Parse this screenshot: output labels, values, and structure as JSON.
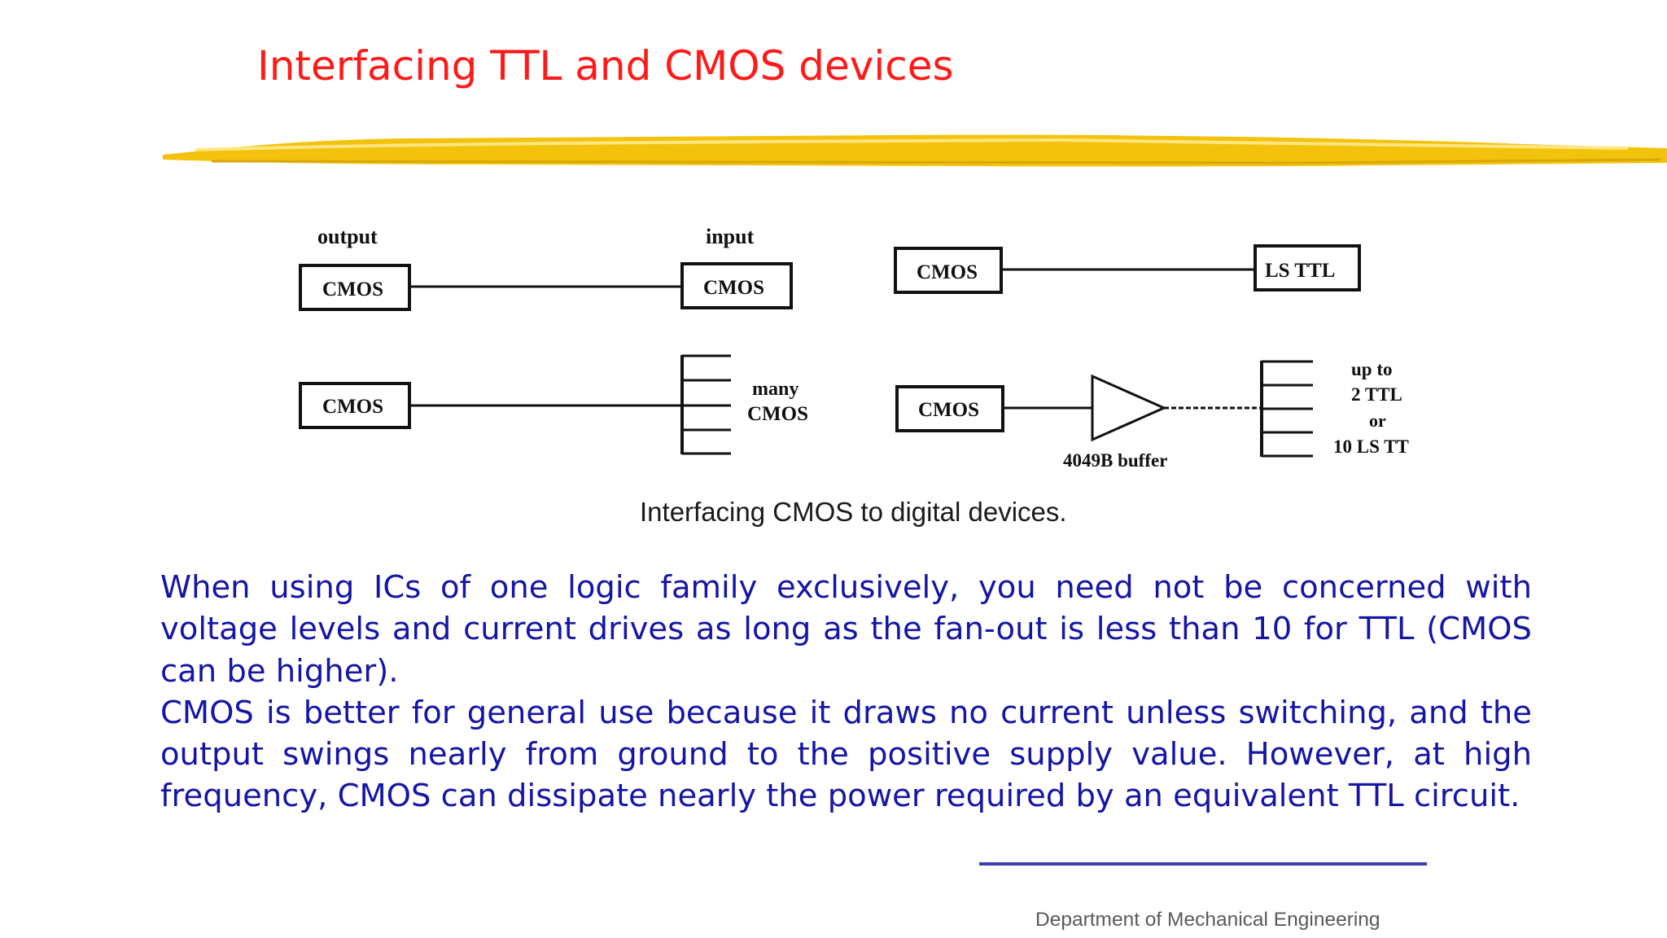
{
  "slide": {
    "title": "Interfacing TTL and CMOS devices",
    "accent_color": "#f2c20c",
    "title_color": "#ff1a1a",
    "body_color": "#1515a6"
  },
  "diagram": {
    "label_output": "output",
    "label_input": "input",
    "box_cmos": "CMOS",
    "box_ls_ttl": "LS TTL",
    "many_line1": "many",
    "many_line2": "CMOS",
    "buffer_label": "4049B buffer",
    "upto_line1": "up to",
    "upto_line2": "2 TTL",
    "upto_line3": "or",
    "upto_line4": "10 LS TT",
    "caption": "Interfacing CMOS to digital devices."
  },
  "body": {
    "paragraph1": "When using ICs of one logic family exclusively, you need not be concerned with voltage levels and current drives as long as the fan-out is less than  10 for TTL (CMOS can be higher).",
    "paragraph2": "CMOS is better for general use because it draws no current unless switching, and the output swings nearly from ground to the positive supply value. However, at  high frequency, CMOS can dissipate nearly the power required by an equivalent  TTL circuit."
  },
  "footer": {
    "department": "Department of Mechanical Engineering"
  }
}
